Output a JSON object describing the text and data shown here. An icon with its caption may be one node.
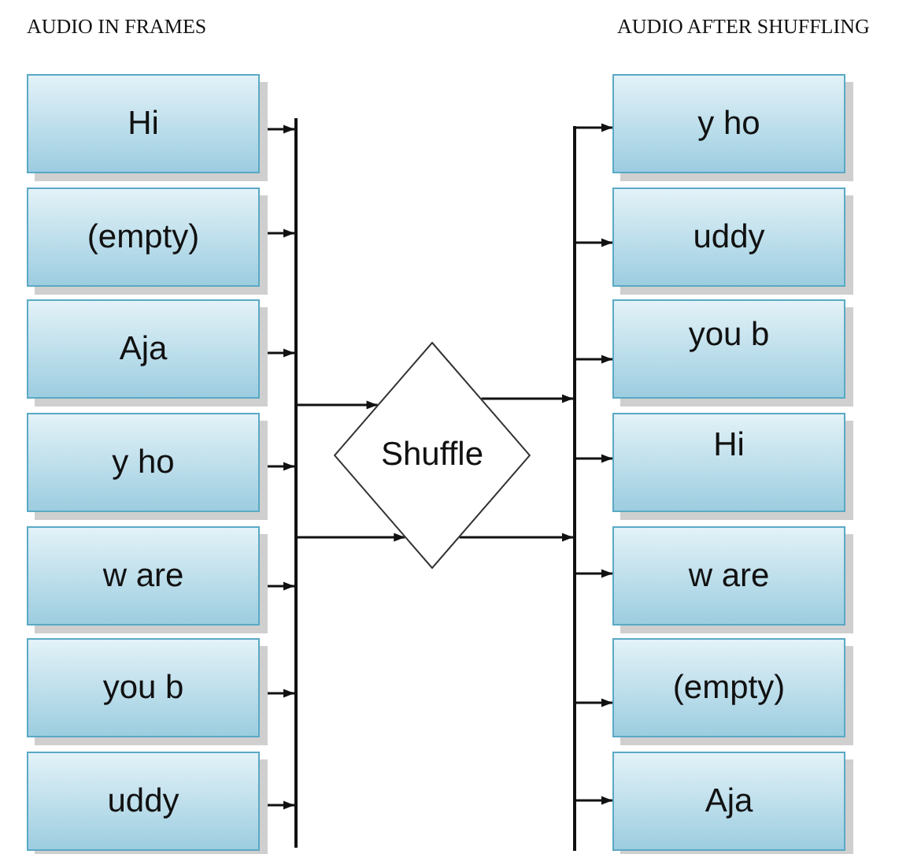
{
  "diagram": {
    "nodes": [
      {
        "text": [
          "Hi"
        ]
      },
      {
        "text": [
          "(empty)"
        ]
      },
      {
        "text": [
          "Aja"
        ]
      },
      {
        "text": [
          "y ho"
        ]
      },
      {
        "text": [
          "w are"
        ]
      },
      {
        "text": [
          "you b"
        ]
      },
      {
        "text": [
          "uddy"
        ]
      },
      {
        "text": [],
        "shape": "bar"
      },
      {
        "text": [
          "Shuffle"
        ]
      },
      {
        "text": [],
        "shape": "bar"
      },
      {
        "text": [
          "y ho"
        ]
      },
      {
        "text": [
          "uddy"
        ]
      },
      {
        "text": [
          "you b"
        ]
      },
      {
        "text": [
          "Hi"
        ]
      },
      {
        "text": [
          "w are"
        ]
      },
      {
        "text": [
          "(empty)"
        ]
      },
      {
        "text": [
          "Aja"
        ]
      }
    ],
    "edges": [
      {
        "from": 0,
        "to": 7,
        "arrow": "to"
      },
      {
        "from": 1,
        "to": 7,
        "arrow": "to"
      },
      {
        "from": 2,
        "to": 7,
        "arrow": "to"
      },
      {
        "from": 3,
        "to": 7,
        "arrow": "to"
      },
      {
        "from": 4,
        "to": 7,
        "arrow": "to"
      },
      {
        "from": 5,
        "to": 7,
        "arrow": "to"
      },
      {
        "from": 6,
        "to": 7,
        "arrow": "to"
      },
      {
        "from": 7,
        "to": 8,
        "arrow": "to"
      },
      {
        "from": 7,
        "to": 8,
        "arrow": "to"
      },
      {
        "from": 8,
        "to": 9,
        "arrow": "to"
      },
      {
        "from": 8,
        "to": 9,
        "arrow": "to"
      },
      {
        "from": 9,
        "to": 10,
        "arrow": "to"
      },
      {
        "from": 9,
        "to": 11,
        "arrow": "to"
      },
      {
        "from": 9,
        "to": 12,
        "arrow": "to"
      },
      {
        "from": 9,
        "to": 13,
        "arrow": "to"
      },
      {
        "from": 9,
        "to": 14,
        "arrow": "to"
      },
      {
        "from": 9,
        "to": 15,
        "arrow": "to"
      },
      {
        "from": 9,
        "to": 16,
        "arrow": "to"
      }
    ],
    "labels": [
      "AUDIO IN FRAMES",
      "AUDIO AFTER SHUFFLING"
    ]
  }
}
